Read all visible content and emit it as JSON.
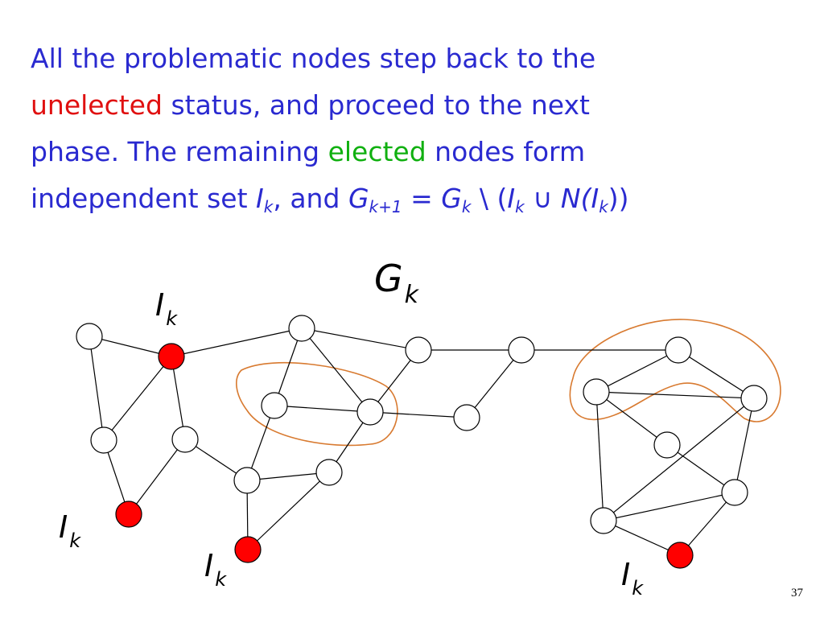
{
  "slide": {
    "title_parts": {
      "line1": "All the problematic nodes step back to the",
      "unelected": "unelected",
      "line2_rest": "status, and proceed to the next",
      "line3_start": "phase. The remaining",
      "elected": "elected",
      "line3_rest": "nodes form",
      "line4_start": "independent set",
      "I": "I",
      "k": "k",
      "comma_and": ", and",
      "G": "G",
      "k_plus_1": "k+1",
      "eq": "=",
      "setminus": "\\ (",
      "union": "∪",
      "N": "N(",
      "close_paren": ")",
      "close_all": "))"
    },
    "graph_label": {
      "G": "G",
      "sub": "k"
    },
    "set_label": {
      "I": "I",
      "sub": "k"
    },
    "page_number": "37"
  },
  "colors": {
    "title_text": "#2a2ad0",
    "unelected": "#e01010",
    "elected": "#10b010",
    "node_fill": "#ffffff",
    "selected_node_fill": "#ff0000",
    "region_outline": "#d87a30"
  },
  "graph": {
    "nodes": [
      {
        "id": "a",
        "selected": false
      },
      {
        "id": "b",
        "selected": true
      },
      {
        "id": "c",
        "selected": false
      },
      {
        "id": "d",
        "selected": false
      },
      {
        "id": "e",
        "selected": true
      },
      {
        "id": "f",
        "selected": false
      },
      {
        "id": "g",
        "selected": false
      },
      {
        "id": "h",
        "selected": false
      },
      {
        "id": "i",
        "selected": false
      },
      {
        "id": "j",
        "selected": false
      },
      {
        "id": "k",
        "selected": true
      },
      {
        "id": "l",
        "selected": false
      },
      {
        "id": "m",
        "selected": false
      },
      {
        "id": "n",
        "selected": false
      },
      {
        "id": "o",
        "selected": false
      },
      {
        "id": "p",
        "selected": false
      },
      {
        "id": "q",
        "selected": false
      },
      {
        "id": "r",
        "selected": false
      },
      {
        "id": "s",
        "selected": false
      },
      {
        "id": "t",
        "selected": false
      },
      {
        "id": "u",
        "selected": true
      }
    ],
    "edges": [
      [
        "a",
        "b"
      ],
      [
        "a",
        "c"
      ],
      [
        "b",
        "c"
      ],
      [
        "b",
        "d"
      ],
      [
        "c",
        "e"
      ],
      [
        "d",
        "e"
      ],
      [
        "b",
        "f"
      ],
      [
        "d",
        "j"
      ],
      [
        "f",
        "g"
      ],
      [
        "f",
        "h"
      ],
      [
        "f",
        "i"
      ],
      [
        "g",
        "h"
      ],
      [
        "g",
        "j"
      ],
      [
        "h",
        "i"
      ],
      [
        "h",
        "l"
      ],
      [
        "h",
        "m"
      ],
      [
        "i",
        "n"
      ],
      [
        "j",
        "l"
      ],
      [
        "j",
        "k"
      ],
      [
        "k",
        "l"
      ],
      [
        "m",
        "n"
      ],
      [
        "n",
        "o"
      ],
      [
        "o",
        "p"
      ],
      [
        "o",
        "q"
      ],
      [
        "p",
        "q"
      ],
      [
        "p",
        "r"
      ],
      [
        "q",
        "s"
      ],
      [
        "q",
        "t"
      ],
      [
        "r",
        "s"
      ],
      [
        "s",
        "t"
      ],
      [
        "s",
        "u"
      ],
      [
        "t",
        "u"
      ],
      [
        "p",
        "t"
      ]
    ]
  }
}
